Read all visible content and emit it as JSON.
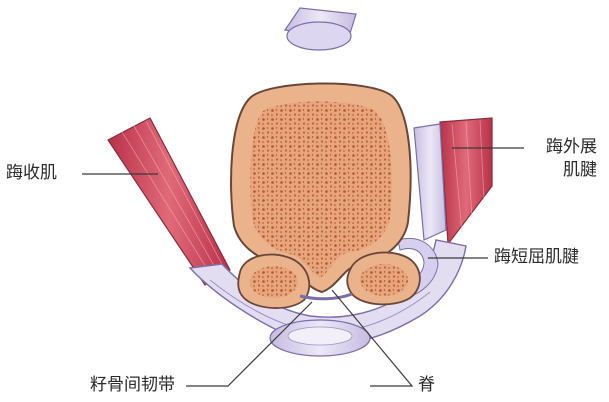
{
  "labels": {
    "adductor_hallucis": "踇收肌",
    "abductor_hallucis_tendon_line1": "踇外展",
    "abductor_hallucis_tendon_line2": "肌腱",
    "flexor_hallucis_brevis_tendon": "踇短屈肌腱",
    "intersesamoid_ligament": "籽骨间韧带",
    "crista": "脊"
  },
  "colors": {
    "bone_fill": "#e9b189",
    "bone_edge": "#6a4638",
    "marrow": "#d98a58",
    "muscle": "#c8475a",
    "tendon": "#cfc6e6",
    "sheath": "#dcd6ee",
    "leader_line": "#3a3a3a"
  }
}
